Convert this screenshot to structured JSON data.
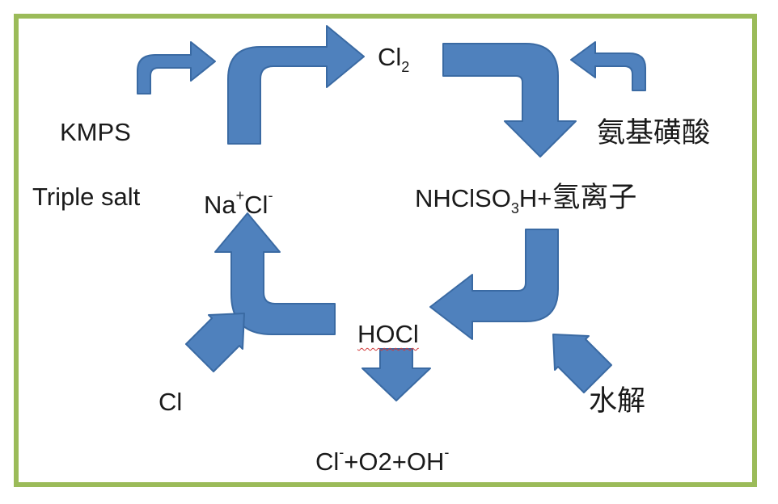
{
  "colors": {
    "frame": "#9bbb59",
    "arrow_fill": "#4f81bd",
    "arrow_stroke": "#3a6aa3",
    "text": "#1a1a1a",
    "spellcheck": "#d23c3c"
  },
  "labels": {
    "cl2": {
      "base": "Cl",
      "sub": "2"
    },
    "kmps": "KMPS",
    "triple_salt": "Triple salt",
    "nacl": {
      "na": "Na",
      "plus": "+",
      "cl": "Cl",
      "minus": "-"
    },
    "sulfamic_acid": "氨基磺酸",
    "nhclso3h": {
      "base": "NHClSO",
      "sub": "3",
      "tail": "H+",
      "cjk": "氢离子"
    },
    "hocl": "HOCl",
    "cl": "Cl",
    "hydrolysis": "水解",
    "products": {
      "cl": "Cl",
      "cl_minus": "-",
      "middle": "+O2+OH",
      "oh_minus": "-"
    }
  },
  "icons": [
    "curved-arrow",
    "bent-arrow",
    "block-arrow"
  ]
}
